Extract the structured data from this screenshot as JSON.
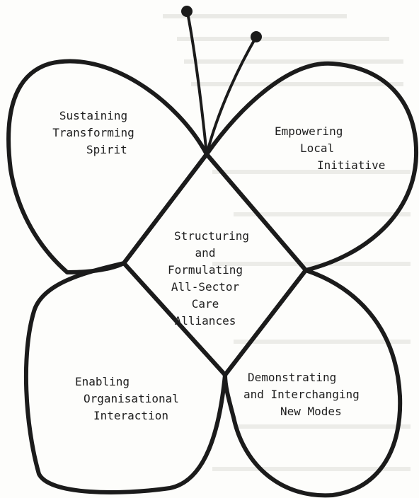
{
  "wings": {
    "upper_left": [
      "Sustaining",
      "Transforming",
      "Spirit"
    ],
    "upper_right": [
      "Empowering",
      "Local",
      "Initiative"
    ],
    "lower_left": [
      "Enabling",
      "Organisational",
      "Interaction"
    ],
    "lower_right": [
      "Demonstrating",
      "and Interchanging",
      "New Modes"
    ]
  },
  "center": [
    "Structuring",
    "and",
    "Formulating",
    "All-Sector",
    "Care",
    "Alliances"
  ],
  "colors": {
    "ink": "#1b1b1b",
    "paper": "#fdfdfb",
    "bleed_text": "#c9c9c4"
  }
}
